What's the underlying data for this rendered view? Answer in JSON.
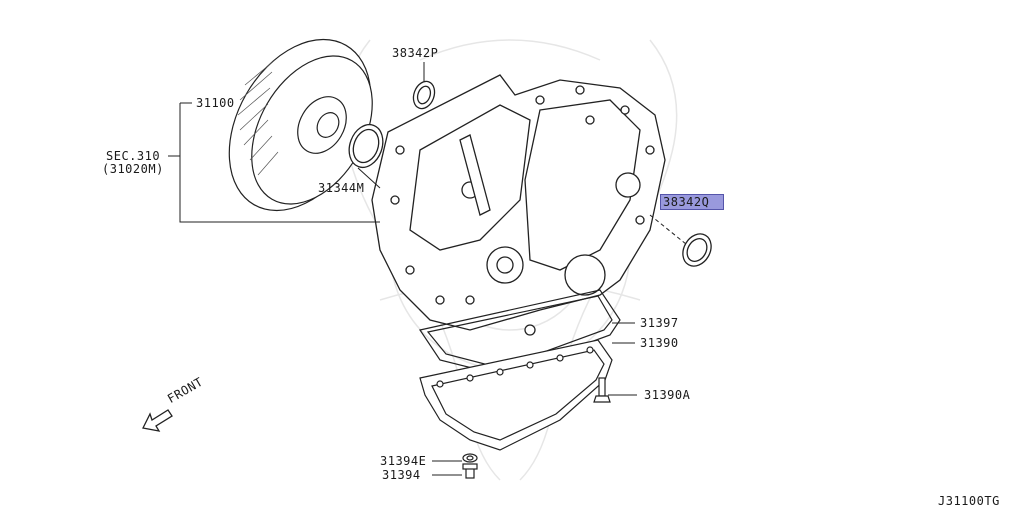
{
  "diagram": {
    "labels": {
      "p38342P": "38342P",
      "p31100": "31100",
      "sec310_line1": "SEC.310",
      "sec310_line2": "(31020M)",
      "p31344M": "31344M",
      "p38342Q": "38342Q",
      "p31397": "31397",
      "p31390": "31390",
      "p31390A": "31390A",
      "p31394E": "31394E",
      "p31394": "31394",
      "front": "FRONT",
      "figure_code": "J31100TG"
    },
    "highlight_color": "#9999dd",
    "highlighted_part": "38342Q"
  }
}
